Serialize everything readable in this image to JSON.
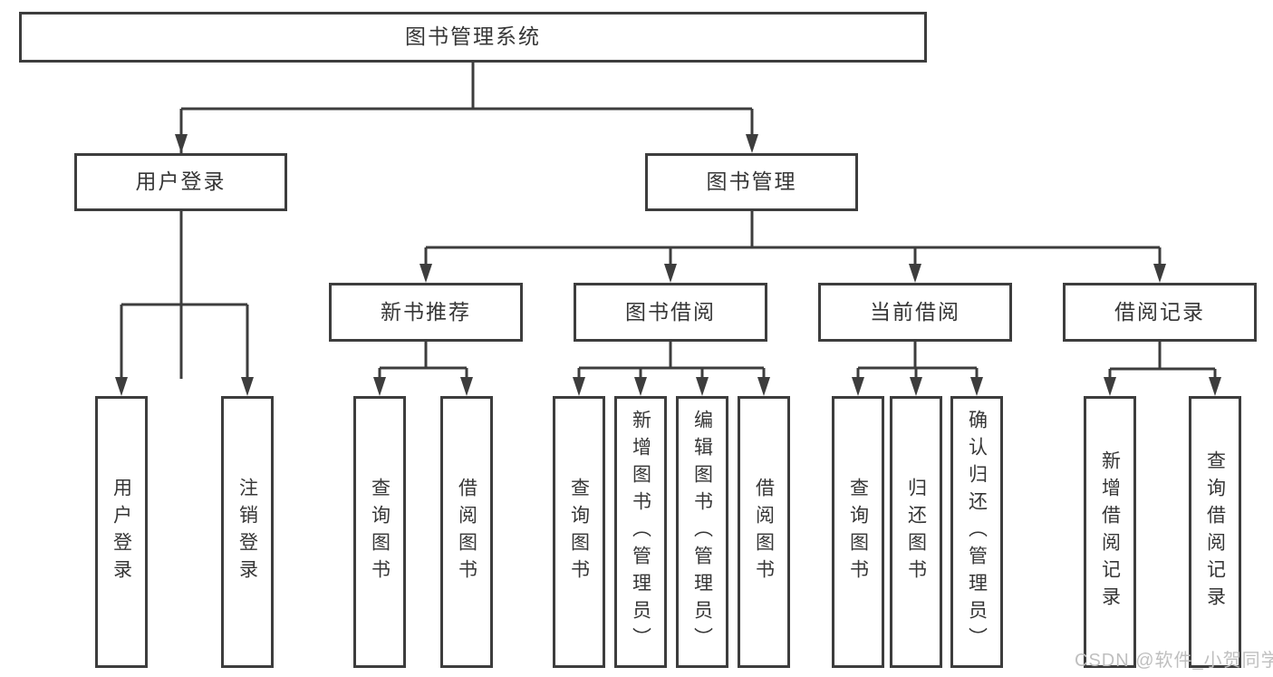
{
  "tree": {
    "root": {
      "label": "图书管理系统",
      "children": [
        {
          "label": "用户登录",
          "children": [
            {
              "label": "用户登录"
            },
            {
              "label": "注销登录"
            }
          ]
        },
        {
          "label": "图书管理",
          "children": [
            {
              "label": "新书推荐",
              "children": [
                {
                  "label": "查询图书"
                },
                {
                  "label": "借阅图书"
                }
              ]
            },
            {
              "label": "图书借阅",
              "children": [
                {
                  "label": "查询图书"
                },
                {
                  "label": "新增图书（管理员）"
                },
                {
                  "label": "编辑图书（管理员）"
                },
                {
                  "label": "借阅图书"
                }
              ]
            },
            {
              "label": "当前借阅",
              "children": [
                {
                  "label": "查询图书"
                },
                {
                  "label": "归还图书"
                },
                {
                  "label": "确认归还（管理员）"
                }
              ]
            },
            {
              "label": "借阅记录",
              "children": [
                {
                  "label": "新增借阅记录"
                },
                {
                  "label": "查询借阅记录"
                }
              ]
            }
          ]
        }
      ]
    }
  },
  "watermark": {
    "text": "CSDN @软件_小贺同学"
  },
  "colors": {
    "line": "#3d3d3d",
    "text": "#363636",
    "watermark": "#bfbfbf",
    "background": "#ffffff"
  }
}
